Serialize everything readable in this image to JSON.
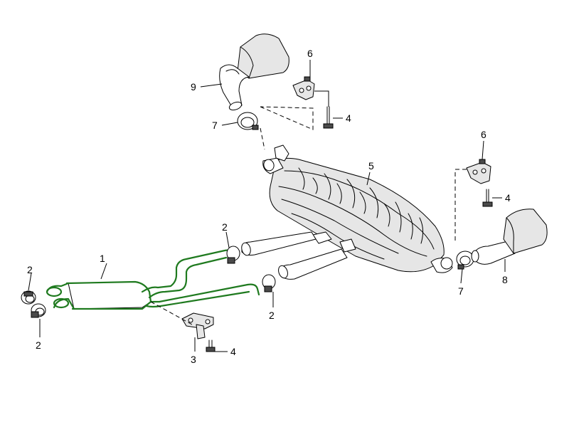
{
  "diagram": {
    "highlight_color": "#1f7a1f",
    "callouts": [
      {
        "id": "c1",
        "text": "1"
      },
      {
        "id": "c2a",
        "text": "2"
      },
      {
        "id": "c2b",
        "text": "2"
      },
      {
        "id": "c2c",
        "text": "2"
      },
      {
        "id": "c2d",
        "text": "2"
      },
      {
        "id": "c3",
        "text": "3"
      },
      {
        "id": "c4a",
        "text": "4"
      },
      {
        "id": "c4b",
        "text": "4"
      },
      {
        "id": "c4c",
        "text": "4"
      },
      {
        "id": "c5",
        "text": "5"
      },
      {
        "id": "c6a",
        "text": "6"
      },
      {
        "id": "c6b",
        "text": "6"
      },
      {
        "id": "c7a",
        "text": "7"
      },
      {
        "id": "c7b",
        "text": "7"
      },
      {
        "id": "c8",
        "text": "8"
      },
      {
        "id": "c9",
        "text": "9"
      }
    ]
  }
}
